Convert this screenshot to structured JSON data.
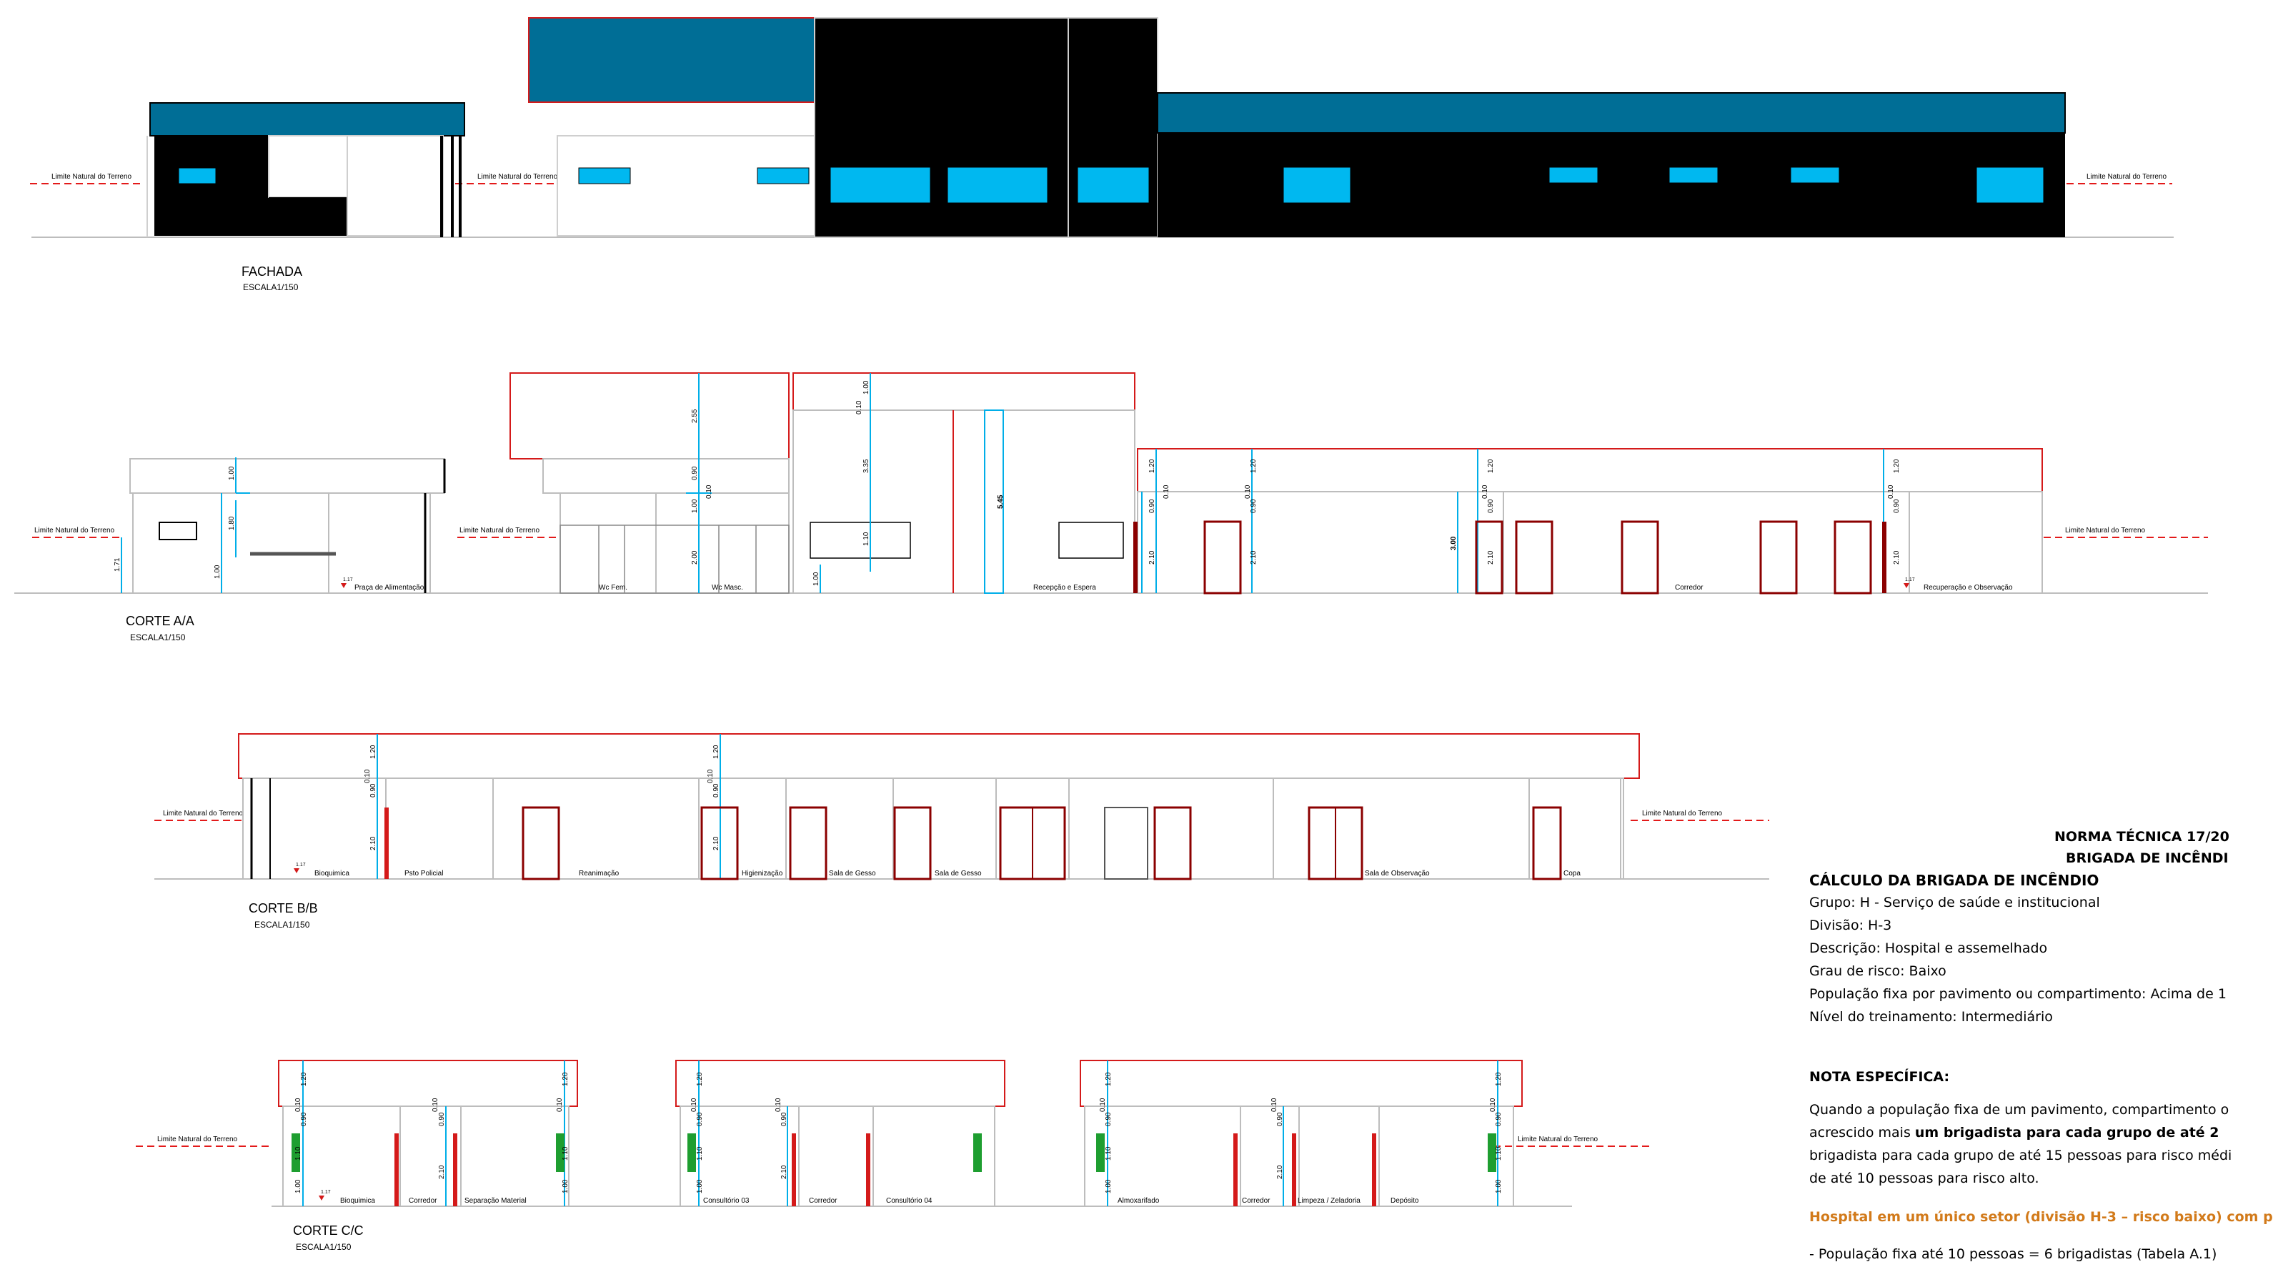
{
  "colors": {
    "roof_blue": "#006e96",
    "glass_cyan": "#00b8f0",
    "wall_black": "#000000",
    "dimension_cyan": "#00aee8",
    "roof_outline_red": "#d41a1a",
    "door_darkred": "#8b0000",
    "terrain_red": "#e31a1a",
    "window_green": "#1e9e30",
    "note_orange": "#d27a1a"
  },
  "drawings": {
    "fachada": {
      "title": "FACHADA",
      "scale": "ESCALA1/150"
    },
    "corte_aa": {
      "title": "CORTE A/A",
      "scale": "ESCALA1/150"
    },
    "corte_bb": {
      "title": "CORTE B/B",
      "scale": "ESCALA1/150"
    },
    "corte_cc": {
      "title": "CORTE C/C",
      "scale": "ESCALA1/150"
    }
  },
  "terrain_label": "Limite Natural do Terreno",
  "level_mark": "1.17",
  "rooms": {
    "aa": [
      "Praça de Alimentação",
      "Wc Fem.",
      "Wc Masc.",
      "Recepção e Espera",
      "Corredor",
      "Recuperação e Observação"
    ],
    "bb": [
      "Bioquimica",
      "Psto Policial",
      "Reanimação",
      "Higienização",
      "Sala de Gesso",
      "Sala de Gesso",
      "Sala de Observação",
      "Copa"
    ],
    "cc": [
      "Bioquimica",
      "Corredor",
      "Separação Material",
      "Consultório 03",
      "Corredor",
      "Consultório 04",
      "Almoxarifado",
      "Corredor",
      "Limpeza / Zeladoria",
      "Depósito"
    ]
  },
  "dims": {
    "aa": [
      "1.00",
      "1.80",
      "1.71",
      "1.00",
      "2.55",
      "0.90",
      "0.10",
      "1.00",
      "2.00",
      "0.10",
      "1.00",
      "3.35",
      "1.10",
      "1.00",
      "5.45",
      "1.20",
      "0.10",
      "0.90",
      "2.10",
      "1.20",
      "0.10",
      "0.90",
      "2.10",
      "1.20",
      "0.10",
      "0.90",
      "2.10",
      "3.00",
      "1.20",
      "0.10",
      "0.90",
      "2.10"
    ],
    "bb": [
      "1.20",
      "0.10",
      "0.90",
      "2.10",
      "1.20",
      "0.10",
      "0.90",
      "2.10"
    ],
    "cc": [
      "1.20",
      "0.10",
      "0.90",
      "1.10",
      "1.00",
      "0.10",
      "0.90",
      "2.10",
      "1.20",
      "0.10",
      "1.10",
      "1.00",
      "1.20",
      "0.10",
      "0.90",
      "1.10",
      "1.00",
      "0.10",
      "0.90",
      "2.10",
      "1.20",
      "0.10",
      "0.90",
      "1.10",
      "1.00",
      "0.10",
      "0.90",
      "2.10",
      "1.20",
      "0.10",
      "0.90",
      "1.10",
      "1.00"
    ]
  },
  "note": {
    "header_line1": "NORMA TÉCNICA 17/20",
    "header_line2": "BRIGADA DE INCÊNDI",
    "calc_title": "CÁLCULO DA BRIGADA DE INCÊNDIO",
    "items": [
      "Grupo: H - Serviço de saúde e institucional",
      "Divisão: H-3",
      "Descrição: Hospital e assemelhado",
      "Grau de risco: Baixo",
      "População fixa por pavimento ou compartimento: Acima de 1",
      "Nível do treinamento: Intermediário"
    ],
    "specific_title": "NOTA ESPECÍFICA:",
    "para_line1": "Quando a população fixa de um pavimento, compartimento o",
    "para_line2_a": "acrescido mais ",
    "para_line2_b": "um brigadista para cada grupo de até 2",
    "para_line3": "brigadista para cada grupo de até 15 pessoas para risco médi",
    "para_line4": "de até 10 pessoas para risco alto.",
    "orange_line": "Hospital em um único setor (divisão H-3 – risco baixo) com p",
    "bottom_line": "- População fixa até 10 pessoas = 6 brigadistas (Tabela A.1)"
  }
}
